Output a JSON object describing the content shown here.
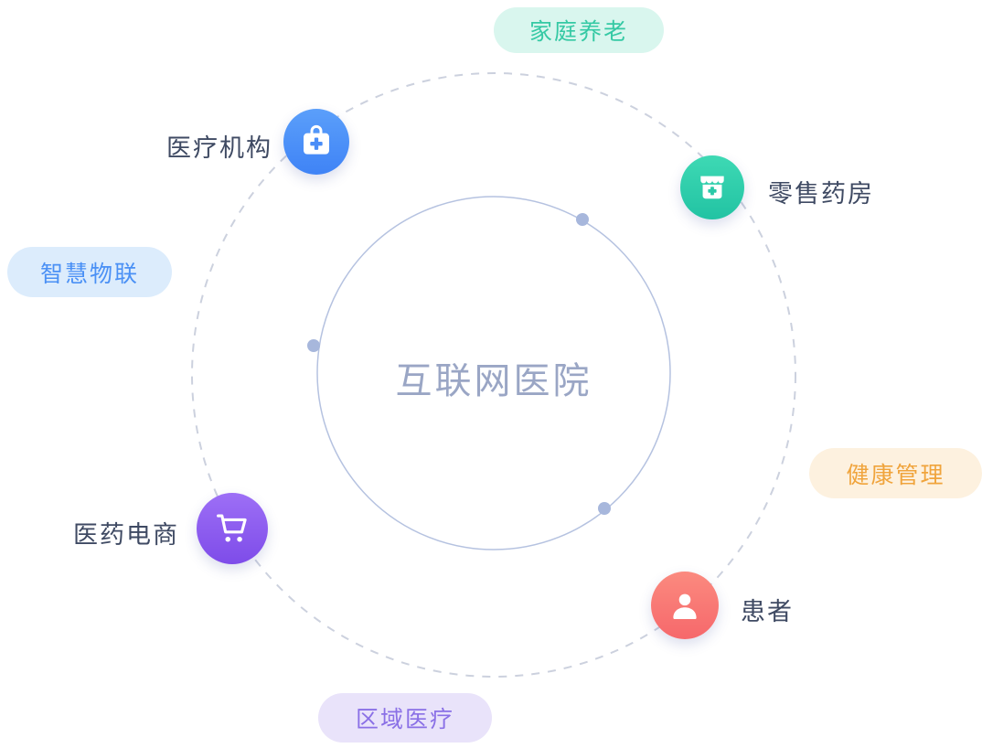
{
  "diagram": {
    "center_label": "互联网医院",
    "center_label_color": "#9aa6c5",
    "pills": [
      {
        "label": "家庭养老",
        "bg": "#d9f6ee",
        "color": "#35c9a4",
        "position": "top"
      },
      {
        "label": "智慧物联",
        "bg": "#dcecfc",
        "color": "#4a90f5",
        "position": "left"
      },
      {
        "label": "健康管理",
        "bg": "#fdf1df",
        "color": "#f0a43c",
        "position": "right"
      },
      {
        "label": "区域医疗",
        "bg": "#e9e3fa",
        "color": "#8a70e6",
        "position": "bottom"
      }
    ],
    "nodes": [
      {
        "label": "医疗机构",
        "icon": "medical-kit-icon",
        "color": "#4a8df7",
        "label_side": "left"
      },
      {
        "label": "零售药房",
        "icon": "pharmacy-store-icon",
        "color": "#2bc9a8",
        "label_side": "right"
      },
      {
        "label": "医药电商",
        "icon": "shopping-cart-icon",
        "color": "#8b5cf0",
        "label_side": "left"
      },
      {
        "label": "患者",
        "icon": "patient-icon",
        "color": "#f87a72",
        "label_side": "right"
      }
    ],
    "rings": {
      "outer_style": "dashed",
      "outer_color": "#ccd1de",
      "inner_style": "solid",
      "inner_color": "#b5c2e0",
      "dot_color": "#a7b7dc"
    }
  }
}
